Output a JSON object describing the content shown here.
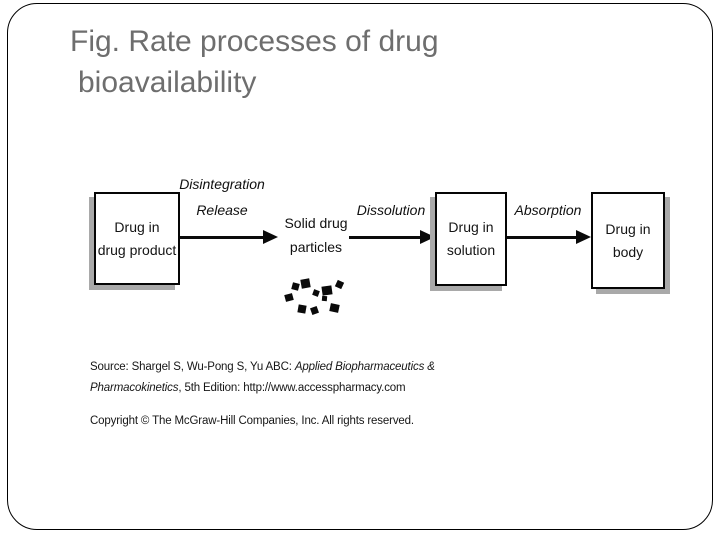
{
  "slide": {
    "title_line1": "Fig. Rate processes of drug",
    "title_line2": "bioavailability"
  },
  "figure": {
    "boxes": [
      {
        "line1": "Drug in",
        "line2": "drug product"
      },
      {
        "line1": "Drug in",
        "line2": "solution"
      },
      {
        "line1": "Drug in",
        "line2": "body"
      }
    ],
    "stage_label": {
      "line1": "Solid drug",
      "line2": "particles"
    },
    "arrow_labels": [
      {
        "line1": "Disintegration",
        "line2": "Release"
      },
      {
        "line1": "Dissolution"
      },
      {
        "line1": "Absorption"
      }
    ],
    "source": {
      "prefix": "Source: Shargel S, Wu-Pong S, Yu ABC: ",
      "italic_title_part1": "Applied Biopharmaceutics &",
      "italic_title_part2": "Pharmacokinetics",
      "suffix": ", 5th Edition: http://www.accesspharmacy.com"
    },
    "copyright": "Copyright © The McGraw-Hill Companies, Inc. All rights reserved.",
    "colors": {
      "diagram_ink": "#0a0a0a",
      "box_shadow": "#a9a9a9",
      "title_gray": "#6e6e6e"
    }
  }
}
